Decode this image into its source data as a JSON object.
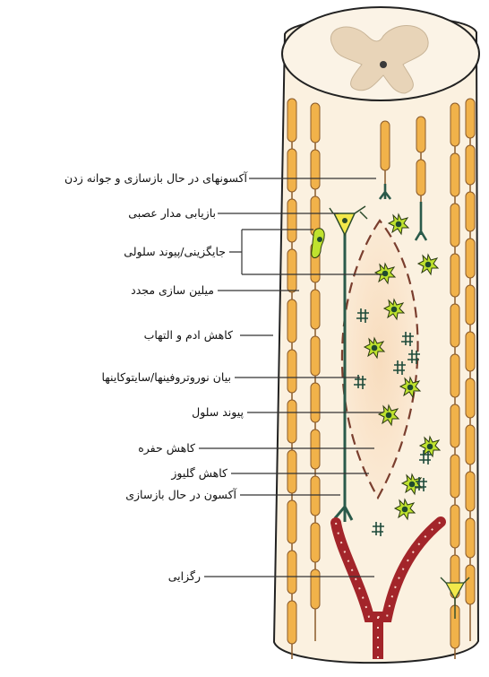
{
  "labels": {
    "axons_regenerating_sprouting": "آکسونهای در حال بازسازی و جوانه زدن",
    "neural_circuit_recovery": "بازیابی مدار عصبی",
    "cell_replacement_grafting": "جایگزینی/پیوند سلولی",
    "remyelination": "میلین سازی مجدد",
    "edema_inflammation_reduction": "کاهش ادم و التهاب",
    "neurotrophin_cytokine_expression": "بیان نوروتروفینها/سایتوکاینها",
    "cell_transplant": "پیوند سلول",
    "cavity_reduction": "کاهش حفره",
    "glial_reduction": "کاهش گلیوز",
    "regenerating_axon": "آکسون در حال بازسازی",
    "blood_vessel": "رگزایی"
  },
  "colors": {
    "cord_fill": "#fbf1e0",
    "cord_outline": "#222222",
    "myelin": "#f1b24a",
    "axon": "#2a5a4a",
    "grey_matter": "#e7d3b6",
    "lesion": "#f6d4b0",
    "stem_cell": "#b7de2c",
    "vessel": "#a8282a",
    "guide_line": "#333333"
  },
  "icons": [
    "spinal-cord-cross-section",
    "stem-cell-icon",
    "glial-cross-icon",
    "blood-vessel-icon",
    "neuron-icon"
  ]
}
